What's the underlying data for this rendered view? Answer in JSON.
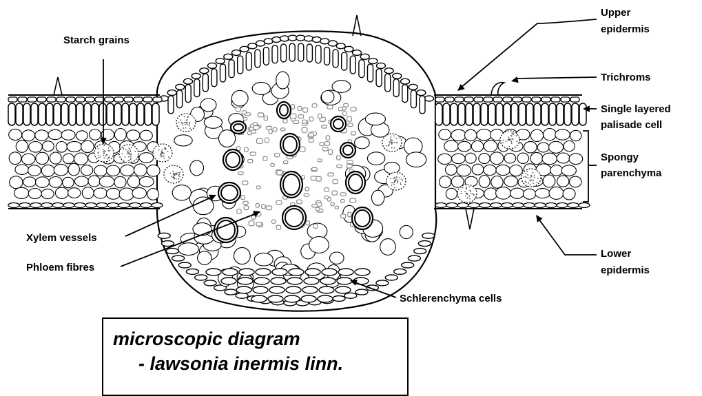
{
  "labels": {
    "starch_grains": "Starch grains",
    "upper_epidermis_1": "Upper",
    "upper_epidermis_2": "epidermis",
    "trichroms": "Trichroms",
    "palisade_1": "Single layered",
    "palisade_2": "palisade cell",
    "spongy_1": "Spongy",
    "spongy_2": "parenchyma",
    "xylem_vessels": "Xylem vessels",
    "phloem_fibres": "Phloem fibres",
    "lower_epidermis_1": "Lower",
    "lower_epidermis_2": "epidermis",
    "schlerenchyma": "Schlerenchyma cells"
  },
  "caption": {
    "line1": "microscopic diagram",
    "line2": "- lawsonia inermis linn."
  }
}
